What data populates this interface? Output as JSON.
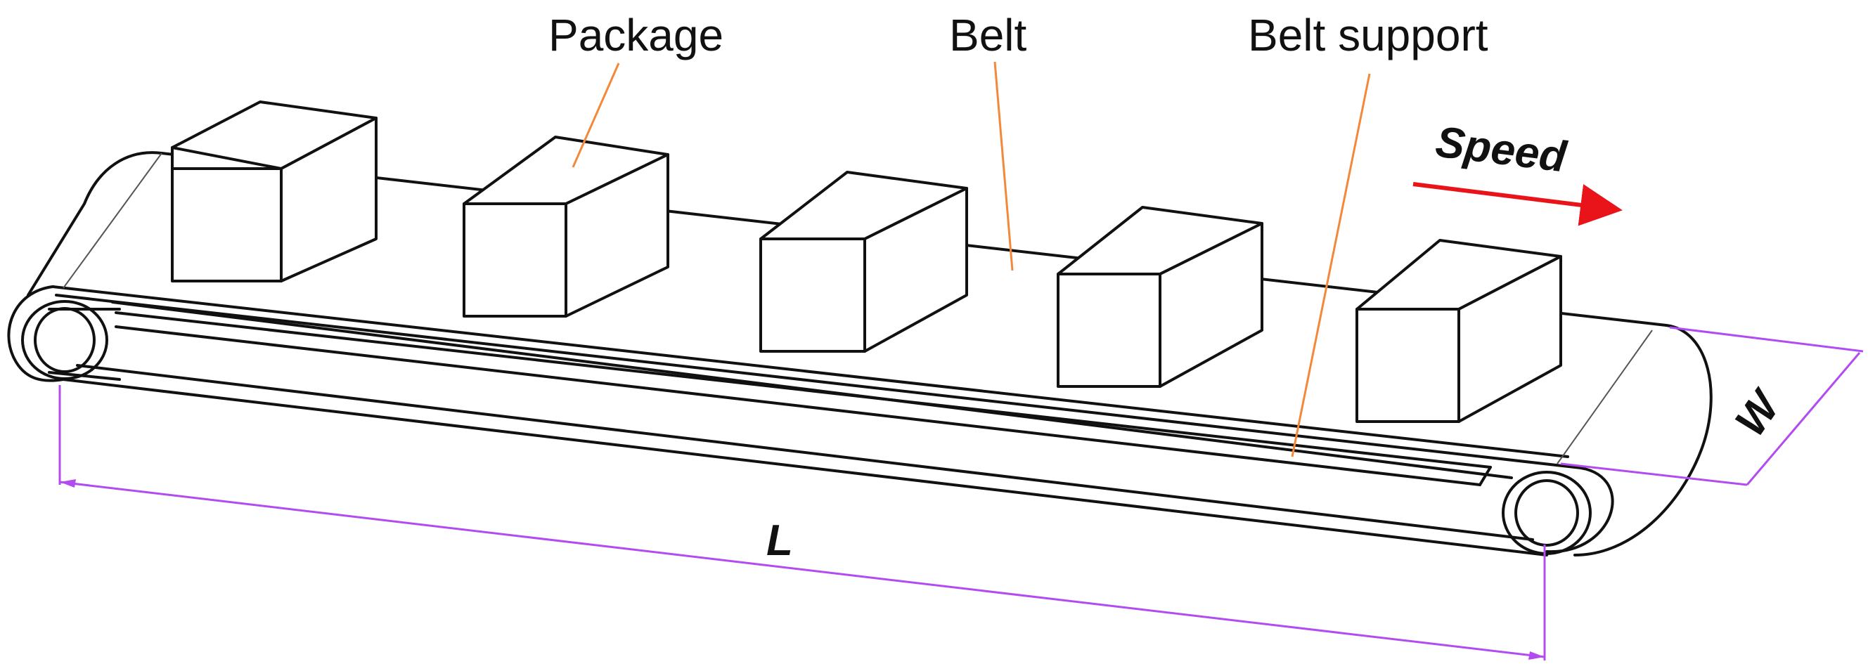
{
  "labels": {
    "package": "Package",
    "belt": "Belt",
    "belt_support": "Belt support",
    "speed": "Speed",
    "length": "L",
    "width": "W"
  },
  "colors": {
    "leader": "#F4883A",
    "dimension": "#B34CF0",
    "speed_arrow": "#E8141A",
    "outline": "#111111"
  },
  "package_count": 5
}
